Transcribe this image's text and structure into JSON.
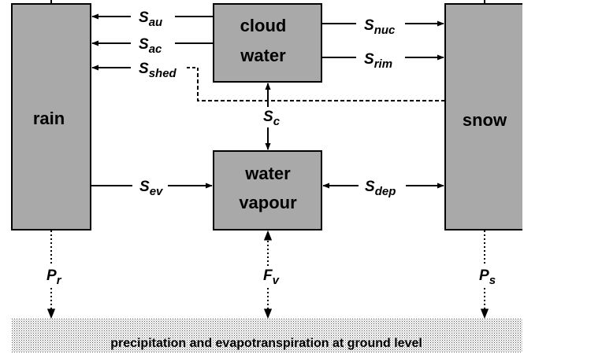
{
  "boxes": {
    "rain": "rain",
    "snow": "snow",
    "cloud_water": [
      "cloud",
      "water"
    ],
    "water_vapour": [
      "water",
      "vapour"
    ]
  },
  "fluxes": {
    "s_au": {
      "base": "S",
      "sub": "au"
    },
    "s_ac": {
      "base": "S",
      "sub": "ac"
    },
    "s_shed": {
      "base": "S",
      "sub": "shed"
    },
    "s_nuc": {
      "base": "S",
      "sub": "nuc"
    },
    "s_rim": {
      "base": "S",
      "sub": "rim"
    },
    "s_c": {
      "base": "S",
      "sub": "c"
    },
    "s_ev": {
      "base": "S",
      "sub": "ev"
    },
    "s_dep": {
      "base": "S",
      "sub": "dep"
    },
    "p_r": {
      "base": "P",
      "sub": "r"
    },
    "f_v": {
      "base": "F",
      "sub": "v"
    },
    "p_s": {
      "base": "P",
      "sub": "s"
    }
  },
  "ground": {
    "label": "precipitation and evapotranspiration at ground level"
  },
  "colors": {
    "box_fill": "#a9a9a9",
    "line": "#000000",
    "background": "#ffffff"
  }
}
